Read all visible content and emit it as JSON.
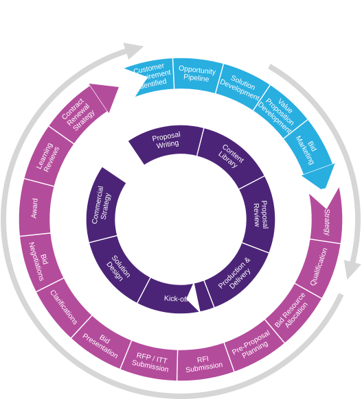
{
  "colors": {
    "blue": "#29aee0",
    "pink": "#b44c9c",
    "purple": "#4c2477",
    "grey_arrow": "#d6d6d6",
    "divider": "#ffffff"
  },
  "outer_ring": {
    "blue_segments": [
      "Customer Requirement Identified",
      "Opportunity Pipeline",
      "Solution Development",
      "Value Proposition Development",
      "Bid Marketing"
    ],
    "pink_segments": [
      "Win Strategy",
      "Qualification",
      "Bid Resource Allocation",
      "Pre-Proposal Planning",
      "RFI Submission",
      "RFP / ITT Submission",
      "Bid Presentation",
      "Clarifications",
      "Bid Negotiations",
      "Award",
      "Learning Reviews",
      "Contract Renewal Strategy"
    ]
  },
  "inner_ring": {
    "segments": [
      "Proposal Writing",
      "Content Library",
      "Proposal Review",
      "Production & Delivery",
      "Kick-off",
      "Solution Design",
      "Commercial Strategy"
    ]
  }
}
